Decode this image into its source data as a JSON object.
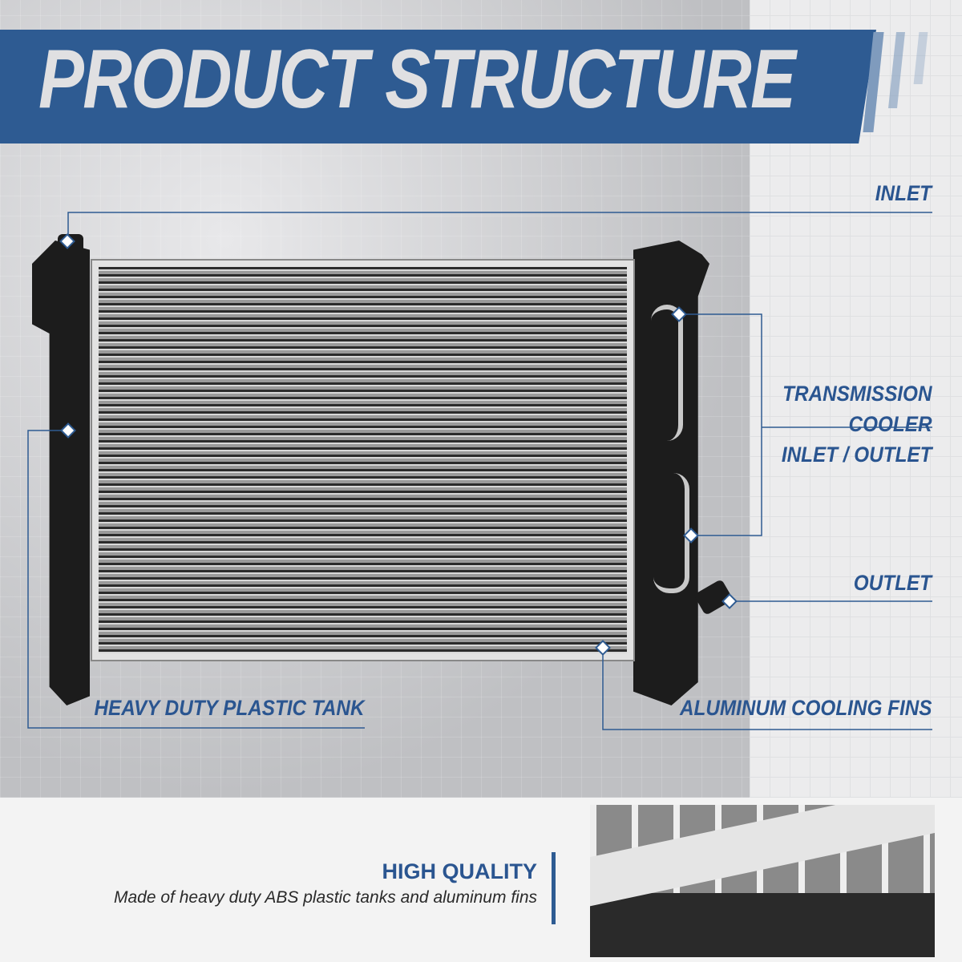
{
  "header": {
    "title": "PRODUCT STRUCTURE"
  },
  "callouts": {
    "inlet": "INLET",
    "transmission_cooler": [
      "TRANSMISSION",
      "COOLER",
      "INLET / OUTLET"
    ],
    "outlet": "OUTLET",
    "plastic_tank": "HEAVY DUTY PLASTIC TANK",
    "cooling_fins": "ALUMINUM COOLING FINS"
  },
  "feature": {
    "title": "HIGH QUALITY",
    "description": "Made of heavy duty ABS plastic tanks and aluminum fins"
  },
  "colors": {
    "brand_blue": "#2e5b92",
    "text_blue": "#2a5590"
  }
}
